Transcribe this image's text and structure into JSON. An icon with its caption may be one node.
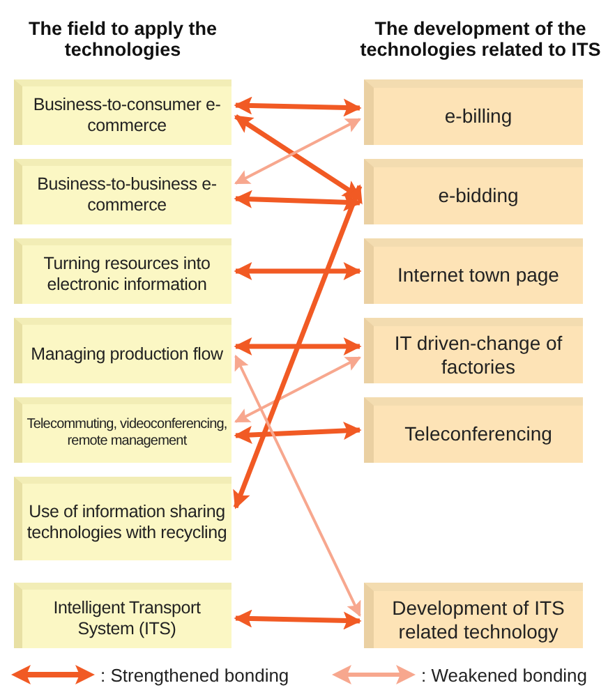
{
  "diagram": {
    "nodes": [
      {
        "text": [
          "Business-to-consumer e-commerce"
        ]
      },
      {
        "text": [
          "Business-to-business e-commerce"
        ]
      },
      {
        "text": [
          "Turning resources into electronic information"
        ]
      },
      {
        "text": [
          "Managing production flow"
        ]
      },
      {
        "text": [
          "Telecommuting, videoconferencing, remote management"
        ]
      },
      {
        "text": [
          "Use of information sharing technologies with recycling"
        ]
      },
      {
        "text": [
          "Intelligent Transport System (ITS)"
        ]
      },
      {
        "text": [
          "e-billing"
        ]
      },
      {
        "text": [
          "e-bidding"
        ]
      },
      {
        "text": [
          "Internet town page"
        ]
      },
      {
        "text": [
          "IT driven-change of factories"
        ]
      },
      {
        "text": [
          "Teleconferencing"
        ]
      },
      {
        "text": [
          "Development of ITS related technology"
        ]
      }
    ],
    "edges": [
      {
        "from": 0,
        "to": 7,
        "arrow": "both"
      },
      {
        "from": 0,
        "to": 8,
        "arrow": "both"
      },
      {
        "from": 1,
        "to": 7,
        "arrow": "both",
        "color": "#f7a78e"
      },
      {
        "from": 1,
        "to": 8,
        "arrow": "both"
      },
      {
        "from": 2,
        "to": 9,
        "arrow": "both"
      },
      {
        "from": 3,
        "to": 10,
        "arrow": "both"
      },
      {
        "from": 4,
        "to": 10,
        "arrow": "both",
        "color": "#f7a78e"
      },
      {
        "from": 4,
        "to": 11,
        "arrow": "both"
      },
      {
        "from": 5,
        "to": 8,
        "arrow": "both"
      },
      {
        "from": 3,
        "to": 12,
        "arrow": "both",
        "color": "#f7a78e"
      },
      {
        "from": 6,
        "to": 12,
        "arrow": "both"
      }
    ],
    "labels": [
      "The field to apply the technologies",
      "The development of the technologies related to ITS"
    ],
    "legend": [
      {
        "text": ": Strengthened bonding"
      },
      {
        "text": ": Weakened bonding"
      }
    ]
  }
}
